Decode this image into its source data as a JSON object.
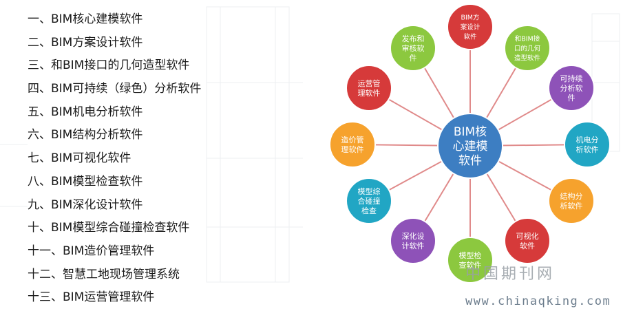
{
  "list_items": [
    "一、BIM核心建模软件",
    "二、BIM方案设计软件",
    "三、和BIM接口的几何造型软件",
    "四、BIM可持续（绿色）分析软件",
    "五、BIM机电分析软件",
    "六、BIM结构分析软件",
    "七、BIM可视化软件",
    "八、BIM模型检查软件",
    "九、BIM深化设计软件",
    "十、BIM模型综合碰撞检查软件",
    "十一、BIM造价管理软件",
    "十二、智慧工地现场管理系统",
    "十三、BIM运营管理软件"
  ],
  "diagram": {
    "center": {
      "lines": [
        "BIM核",
        "心建模",
        "软件"
      ],
      "color": "#3d7ec2"
    },
    "nodes": [
      {
        "lines": [
          "BIM方",
          "案设计",
          "软件"
        ],
        "color": "#d63a3a"
      },
      {
        "lines": [
          "和BIM接",
          "口的几何",
          "造型软件"
        ],
        "color": "#8cc83f"
      },
      {
        "lines": [
          "可持续",
          "分析软",
          "件"
        ],
        "color": "#8e52b8"
      },
      {
        "lines": [
          "机电分",
          "析软件"
        ],
        "color": "#21a6c4"
      },
      {
        "lines": [
          "结构分",
          "析软件"
        ],
        "color": "#f6a22d"
      },
      {
        "lines": [
          "可视化",
          "软件"
        ],
        "color": "#d63a3a"
      },
      {
        "lines": [
          "模型检",
          "查软件"
        ],
        "color": "#8cc83f"
      },
      {
        "lines": [
          "深化设",
          "计软件"
        ],
        "color": "#8e52b8"
      },
      {
        "lines": [
          "模型综",
          "合碰撞",
          "检查"
        ],
        "color": "#21a6c4"
      },
      {
        "lines": [
          "造价管",
          "理软件"
        ],
        "color": "#f6a22d"
      },
      {
        "lines": [
          "运营管",
          "理软件"
        ],
        "color": "#d63a3a"
      },
      {
        "lines": [
          "发布和",
          "审核软",
          "件"
        ],
        "color": "#8cc83f"
      }
    ],
    "line_color": "#e08a8a"
  },
  "watermark": {
    "cn": "中国期刊网",
    "url": "www.chinaqking.com"
  }
}
